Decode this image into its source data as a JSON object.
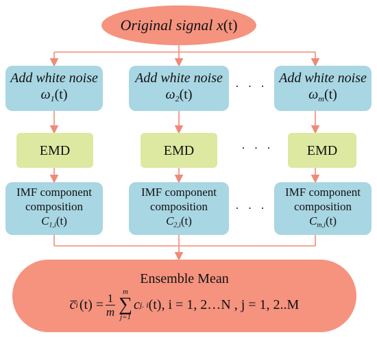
{
  "top": {
    "label": "Original signal",
    "var": "x",
    "arg": "(t)"
  },
  "noise": {
    "title": "Add white noise",
    "items": [
      {
        "sym": "ω",
        "sub": "1",
        "arg": "(t)"
      },
      {
        "sym": "ω",
        "sub": "2",
        "arg": "(t)"
      },
      {
        "sym": "ω",
        "sub": "m",
        "arg": "(t)"
      }
    ]
  },
  "emd": {
    "label": "EMD"
  },
  "imf": {
    "line1": "IMF component",
    "line2": "composition",
    "items": [
      {
        "sym": "C",
        "sub": "1,i",
        "arg": "(t)"
      },
      {
        "sym": "C",
        "sub": "2,i",
        "arg": "(t)"
      },
      {
        "sym": "C",
        "sub": "m,i",
        "arg": "(t)"
      }
    ]
  },
  "ellipsis": "· · ·",
  "result": {
    "title": "Ensemble Mean",
    "lhs": "c̅",
    "lhs_sub": "i",
    "lhs_arg": "(t) =",
    "frac_num": "1",
    "frac_den": "m",
    "sum_top": "m",
    "sum_bot": "j=1",
    "term": "c",
    "term_sub": "j. i",
    "rest": "(t), i = 1, 2…N , j = 1, 2..M"
  },
  "colors": {
    "ellipse": "#f5937f",
    "blue_box": "#a8d6e3",
    "green_box": "#dde8a0",
    "arrow": "#f08a76"
  }
}
